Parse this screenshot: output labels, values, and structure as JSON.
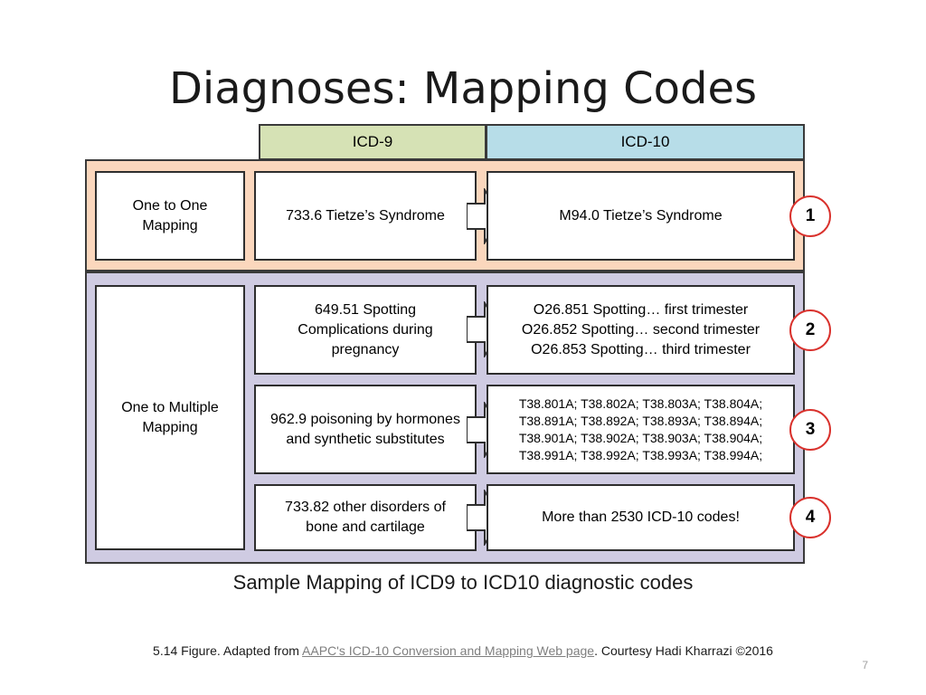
{
  "title": "Diagnoses: Mapping Codes",
  "headers": {
    "icd9": "ICD-9",
    "icd10": "ICD-10"
  },
  "categories": {
    "one_to_one": "One to One Mapping",
    "one_to_multiple": "One to Multiple Mapping"
  },
  "rows": [
    {
      "badge": "1",
      "icd9": "733.6 Tietze’s Syndrome",
      "icd10": [
        "M94.0 Tietze’s Syndrome"
      ]
    },
    {
      "badge": "2",
      "icd9": "649.51 Spotting Complications during pregnancy",
      "icd10": [
        "O26.851 Spotting… first trimester",
        "O26.852 Spotting… second trimester",
        "O26.853 Spotting… third trimester"
      ]
    },
    {
      "badge": "3",
      "icd9": "962.9 poisoning by hormones and synthetic substitutes",
      "icd10": [
        "T38.801A; T38.802A; T38.803A; T38.804A;",
        "T38.891A; T38.892A; T38.893A; T38.894A;",
        "T38.901A; T38.902A; T38.903A; T38.904A;",
        "T38.991A; T38.992A; T38.993A; T38.994A;"
      ]
    },
    {
      "badge": "4",
      "icd9": "733.82 other disorders of bone and cartilage",
      "icd10": [
        "More than 2530 ICD-10 codes!"
      ]
    }
  ],
  "caption": "Sample Mapping of ICD9 to ICD10 diagnostic codes",
  "footer": {
    "prefix": "5.14 Figure. Adapted from ",
    "link": "AAPC's ICD-10 Conversion and Mapping Web page",
    "suffix": ". Courtesy Hadi Kharrazi ©2016"
  },
  "page_number": "7",
  "colors": {
    "icd9_header": "#d6e2b5",
    "icd10_header": "#b7dde8",
    "one_to_one_band": "#fbd7bd",
    "one_to_multiple_band": "#cfcbe2",
    "badge_border": "#d9312c"
  }
}
